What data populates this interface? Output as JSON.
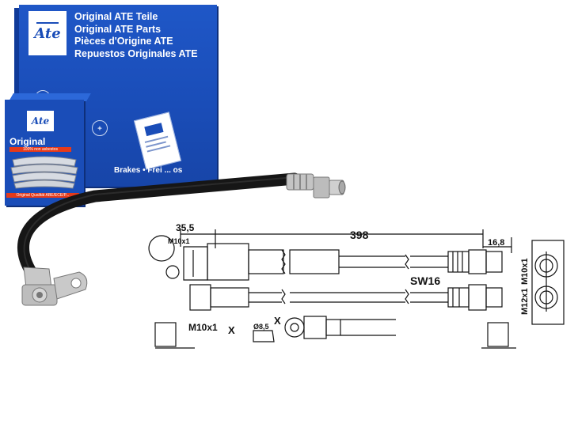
{
  "package": {
    "logo": "Ate",
    "titles": [
      "Original ATE Teile",
      "Original ATE Parts",
      "Pièces d'Origine ATE",
      "Repuestos Originales ATE"
    ],
    "brakes_line": "Brakes • Frei ... os",
    "small_box": {
      "logo": "Ate",
      "label": "Original",
      "ribbon": "100% non asbestos",
      "bottom_ribbon": "Original Qualität  ABE/ECE/P..."
    },
    "colors": {
      "box_blue": "#1a4db8",
      "ribbon_red": "#e53a1a"
    }
  },
  "drawing": {
    "dim_width_left": "35,5",
    "thread_top_left": "M10x1",
    "total_length": "398",
    "dim_right": "16,8",
    "wrench_size": "SW16",
    "thread_right_top": "M10x1",
    "thread_right_bottom": "M12x1",
    "thread_bottom_left": "M10x1",
    "detail_marker_left": "X",
    "detail_marker_right": "X",
    "diameter": "Ø8,5"
  },
  "hose": {
    "colors": {
      "rubber": "#1c1c1c",
      "metal": "#b8b8b8"
    }
  }
}
